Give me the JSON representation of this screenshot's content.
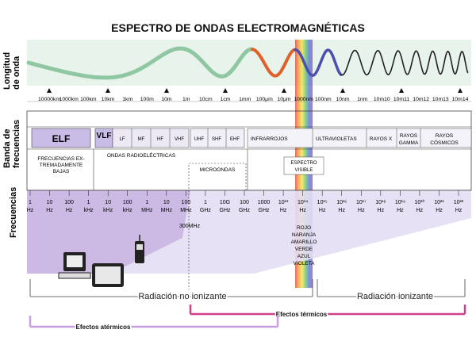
{
  "title": "ESPECTRO DE ONDAS ELECTROMAGNÉTICAS",
  "row_labels": {
    "wavelength": [
      "Longitud",
      "de onda"
    ],
    "bands": [
      "Banda de",
      "frecuencias"
    ],
    "frequencies": "Frecuencias"
  },
  "wavelength_ticks": [
    "10000km",
    "1000km",
    "100km",
    "10km",
    "1km",
    "100m",
    "10m",
    "1m",
    "10cm",
    "1cm",
    "1mm",
    "100μm",
    "10μm",
    "1000nm",
    "100nm",
    "10nm",
    "1nm",
    "10m10",
    "10m11",
    "10m12",
    "10m13",
    "10m14"
  ],
  "bands": {
    "elf": "ELF",
    "vlf": "VLF",
    "lf": "LF",
    "mf": "MF",
    "hf": "HF",
    "vhf": "VHF",
    "uhf": "UHF",
    "shf": "SHF",
    "ehf": "EHF",
    "infrared": "INFRARROJOS",
    "ultraviolet": "ULTRAVIOLETAS",
    "xray": "RAYOS X",
    "gamma": [
      "RAYOS",
      "GAMMA"
    ],
    "cosmic": [
      "RAYOS",
      "CÓSMICOS"
    ]
  },
  "band_notes": {
    "elf_desc": [
      "FRECUENCIAS EX-",
      "TREMADAMENTE",
      "BAJAS"
    ],
    "radio": "ONDAS RADIOELÉCTRICAS",
    "microwaves": "MICROONDAS",
    "visible": [
      "ESPECTRO",
      "VISIBLE"
    ]
  },
  "frequency_ticks": [
    [
      "1",
      "Hz"
    ],
    [
      "10",
      "Hz"
    ],
    [
      "100",
      "Hz"
    ],
    [
      "1",
      "kHz"
    ],
    [
      "10",
      "kHz"
    ],
    [
      "100",
      "kHz"
    ],
    [
      "1",
      "MHz"
    ],
    [
      "10",
      "MHz"
    ],
    [
      "100",
      "MHz"
    ],
    [
      "1",
      "GHz"
    ],
    [
      "10G",
      "GHz"
    ],
    [
      "100",
      "GHz"
    ],
    [
      "1000",
      "GHz"
    ],
    [
      "10¹³",
      "Hz"
    ],
    [
      "10¹⁴",
      "Hz"
    ],
    [
      "10¹⁵",
      "Hz"
    ],
    [
      "10¹⁶",
      "Hz"
    ],
    [
      "10¹⁷",
      "Hz"
    ],
    [
      "10¹⁸",
      "Hz"
    ],
    [
      "10¹⁹",
      "Hz"
    ],
    [
      "10²⁰",
      "Hz"
    ],
    [
      "10²¹",
      "Hz"
    ],
    [
      "10²²",
      "Hz"
    ]
  ],
  "label_300mhz": "300MHz",
  "colors_list": [
    "ROJO",
    "NARANJA",
    "AMARILLO",
    "VERDE",
    "AZUL",
    "VIOLETA"
  ],
  "radiation": {
    "non_ionizing": "Radiación no ionizante",
    "ionizing": "Radiación ionizante"
  },
  "effects": {
    "thermal": "Efectos térmicos",
    "athermal": "Efectos atérmicos"
  },
  "accent_colors": {
    "wave_green": "#8fc7a3",
    "wave_orange": "#e0602a",
    "wave_blue": "#4a4fb0",
    "purple_fill": "#c3aee0",
    "lavender": "#d9d3ef",
    "magenta": "#d0408a",
    "lilac": "#c79ee0"
  }
}
